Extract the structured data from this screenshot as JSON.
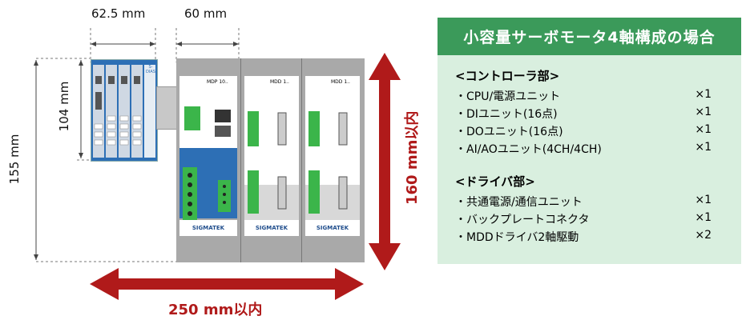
{
  "dims": {
    "io_width": "62.5 mm",
    "drive_width": "60 mm",
    "io_height": "104 mm",
    "total_height": "155 mm",
    "max_height": "160 mm以内",
    "max_width": "250 mm以内"
  },
  "hardware": {
    "cpu_label": "MDP 10..",
    "drive1_label": "MDD 1..",
    "drive2_label": "MDD 1..",
    "brand": "SIGMATEK",
    "io_module_text": "S-DIAS"
  },
  "colors": {
    "accent_red": "#b01a1a",
    "panel_header": "#3b9a5a",
    "panel_bg": "#d9efdf",
    "module_blue": "#2d6fb5",
    "connector_green": "#3bb54a"
  },
  "panel": {
    "title": "小容量サーボモータ4軸構成の場合",
    "sections": [
      {
        "heading": "<コントローラ部>",
        "items": [
          {
            "name": "・CPU/電源ユニット",
            "qty": "×1"
          },
          {
            "name": "・DIユニット(16点)",
            "qty": "×1"
          },
          {
            "name": "・DOユニット(16点)",
            "qty": "×1"
          },
          {
            "name": "・AI/AOユニット(4CH/4CH)",
            "qty": "×1"
          }
        ]
      },
      {
        "heading": "<ドライバ部>",
        "items": [
          {
            "name": "・共通電源/通信ユニット",
            "qty": "×1"
          },
          {
            "name": "・バックプレートコネクタ",
            "qty": "×1"
          },
          {
            "name": "・MDDドライバ2軸駆動",
            "qty": "×2"
          }
        ]
      }
    ]
  }
}
